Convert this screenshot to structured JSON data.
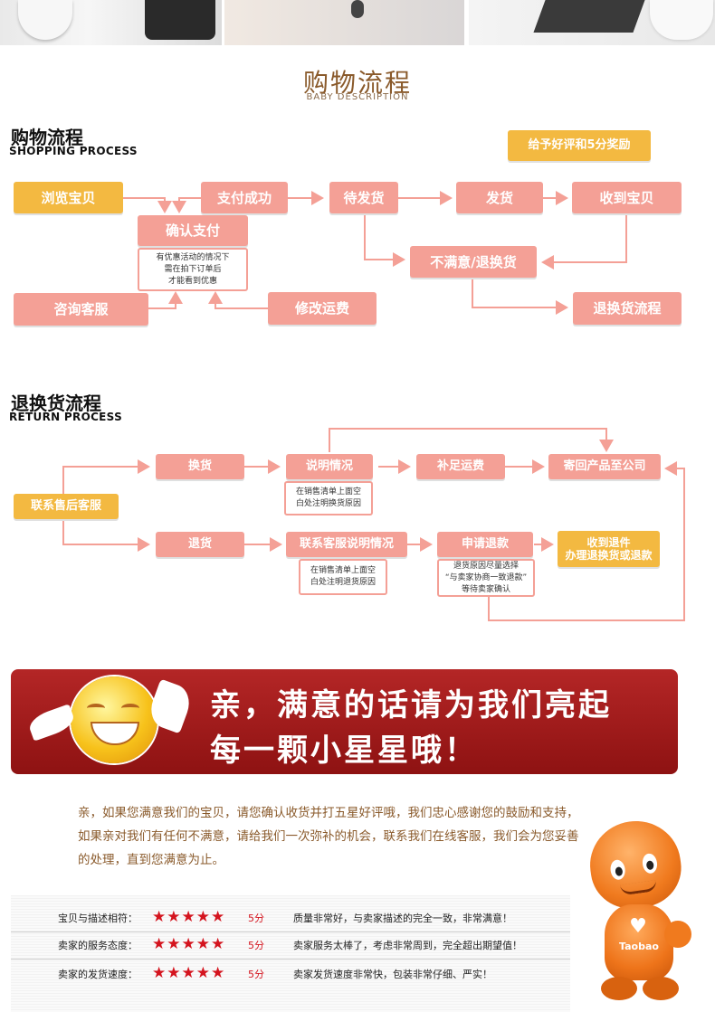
{
  "header": {
    "title": "购物流程",
    "subtitle": "BABY DESCRIPTION"
  },
  "shopping": {
    "title": "购物流程",
    "subtitle": "SHOPPING PROCESS",
    "reward": "给予好评和5分奖励",
    "browse": "浏览宝贝",
    "pay_success": "支付成功",
    "wait_ship": "待发货",
    "shipped": "发货",
    "received": "收到宝贝",
    "confirm_pay": "确认支付",
    "confirm_note": [
      "有优惠活动的情况下",
      "需在拍下订单后",
      "才能看到优惠"
    ],
    "unsatisfied": "不满意/退换货",
    "consult": "咨询客服",
    "modify_ship": "修改运费",
    "return_flow": "退换货流程"
  },
  "returns": {
    "title": "退换货流程",
    "subtitle": "RETURN PROCESS",
    "contact": "联系售后客服",
    "exchange": "换货",
    "explain": "说明情况",
    "explain_note": [
      "在销售清单上面空",
      "白处注明换货原因"
    ],
    "supplement": "补足运费",
    "send_back": "寄回产品至公司",
    "refund": "退货",
    "contact_explain": "联系客服说明情况",
    "contact_note": [
      "在销售清单上面空",
      "白处注明退货原因"
    ],
    "apply_refund": "申请退款",
    "refund_note": [
      "退货原因尽量选择",
      "“与卖家协商一致退款”",
      "等待卖家确认"
    ],
    "receive_return": [
      "收到退件",
      "办理退换货或退款"
    ]
  },
  "banner": {
    "line1": "亲，满意的话请为我们亮起",
    "line2": "每一颗小星星哦！"
  },
  "message": "亲，如果您满意我们的宝贝，请您确认收货并打五星好评哦，我们忠心感谢您的鼓励和支持，如果亲对我们有任何不满意，请给我们一次弥补的机会，联系我们在线客服，我们会为您妥善的处理，直到您满意为止。",
  "ratings": [
    {
      "label": "宝贝与描述相符：",
      "stars": "★★★★★",
      "score": "5分",
      "desc": "质量非常好，与卖家描述的完全一致，非常满意！"
    },
    {
      "label": "卖家的服务态度：",
      "stars": "★★★★★",
      "score": "5分",
      "desc": "卖家服务太棒了，考虑非常周到，完全超出期望值！"
    },
    {
      "label": "卖家的发货速度：",
      "stars": "★★★★★",
      "score": "5分",
      "desc": "卖家发货速度非常快，包装非常仔细、严实！"
    }
  ],
  "mascot": {
    "text": "Taobao"
  },
  "colors": {
    "pink": "#f4a096",
    "yellow": "#f3b941",
    "banner": "#a81c1c",
    "star": "#d4141e"
  }
}
